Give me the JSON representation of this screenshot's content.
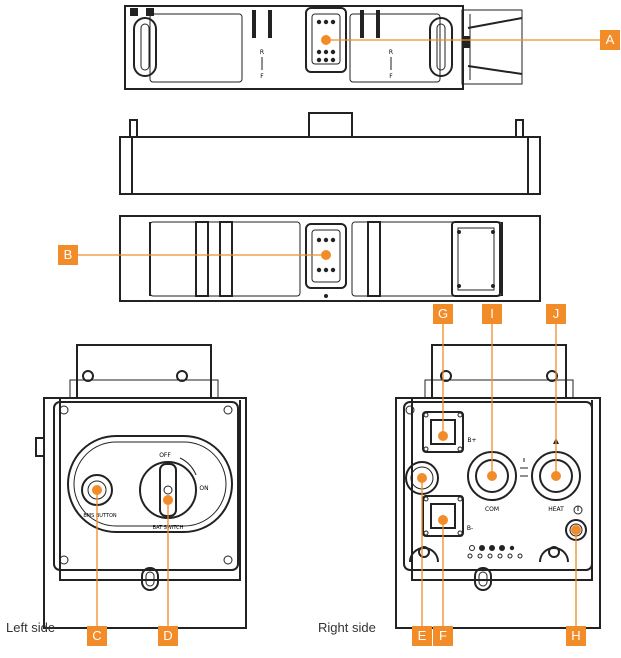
{
  "callouts": {
    "A": "A",
    "B": "B",
    "C": "C",
    "D": "D",
    "E": "E",
    "F": "F",
    "G": "G",
    "H": "H",
    "I": "I",
    "J": "J"
  },
  "side_labels": {
    "left": "Left side",
    "right": "Right side"
  },
  "unit_markings": {
    "top_view_arrow_top": "R",
    "top_view_arrow_bottom": "F",
    "off": "OFF",
    "on": "ON",
    "bms_button": "BMS BUTTON",
    "bat_switch": "BAT SWITCH",
    "b_plus": "B+",
    "b_minus": "B-",
    "com": "COM",
    "heat": "HEAT"
  },
  "colors": {
    "accent": "#f28c28",
    "line": "#222222"
  },
  "icons": [
    "arrow-down-icon",
    "ground-icon",
    "warning-icon",
    "plug-icon"
  ]
}
